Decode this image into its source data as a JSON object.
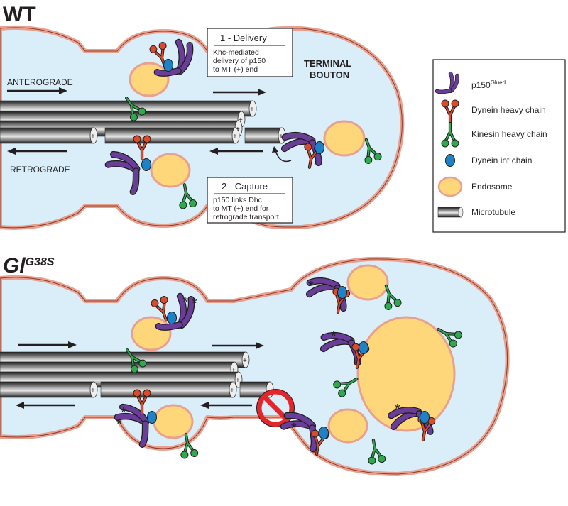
{
  "panels": {
    "wt": {
      "title": "WT"
    },
    "mutant": {
      "title_main": "Gl",
      "title_sup": "G38S"
    }
  },
  "labels": {
    "anterograde": "ANTEROGRADE",
    "retrograde": "RETROGRADE",
    "terminal_line1": "TERMINAL",
    "terminal_line2": "BOUTON",
    "plus": "+",
    "asterisk": "*"
  },
  "callouts": {
    "delivery": {
      "title": "1 - Delivery",
      "lines": [
        "Khc-mediated",
        "delivery of p150",
        "to MT (+) end"
      ]
    },
    "capture": {
      "title": "2 - Capture",
      "lines": [
        "p150 links Dhc",
        "to MT (+) end for",
        "retrograde transport"
      ]
    }
  },
  "legend": {
    "items": [
      {
        "icon": "p150-icon",
        "label": "p150",
        "sup": "Glued"
      },
      {
        "icon": "dynein-heavy-chain-icon",
        "label": "Dynein heavy chain",
        "sup": ""
      },
      {
        "icon": "kinesin-heavy-chain-icon",
        "label": "Kinesin heavy chain",
        "sup": ""
      },
      {
        "icon": "dynein-int-chain-icon",
        "label": "Dynein int chain",
        "sup": ""
      },
      {
        "icon": "endosome-icon",
        "label": "Endosome",
        "sup": ""
      },
      {
        "icon": "microtubule-icon",
        "label": "Microtubule",
        "sup": ""
      }
    ]
  },
  "colors": {
    "cytoplasm": "#d9eef9",
    "membrane": "#e9a08f",
    "p150": "#6a3d98",
    "dynein_heavy": "#dc4a2b",
    "kinesin_heavy": "#2fa84f",
    "dynein_int": "#1f82c6",
    "endosome": "#fdd77a",
    "endosome_border": "#e9a08f",
    "block": "#e3262c"
  }
}
